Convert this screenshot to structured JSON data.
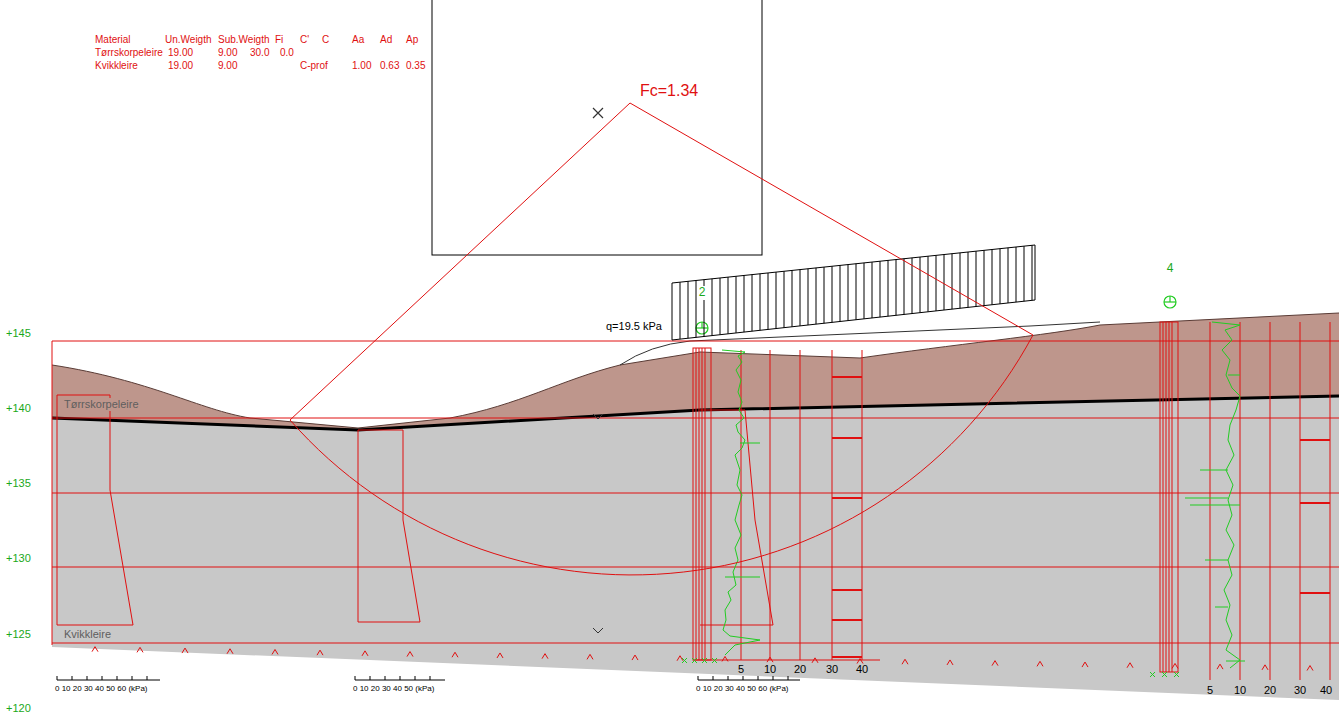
{
  "diagram": {
    "labels": [
      "Material",
      "Un.Weigth",
      "Sub.Weigth",
      "Fi",
      "C'",
      "C",
      "Aa",
      "Ad",
      "Ap",
      "Tørrskorpeleire",
      "19.00",
      "9.00",
      "30.0",
      "0.0",
      "Kvikkleire",
      "19.00",
      "9.00",
      "C-prof",
      "1.00",
      "0.63",
      "0.35",
      "Fc=1.34",
      "q=19.5 kPa",
      "2",
      "4",
      "+145",
      "+140",
      "+135",
      "+130",
      "+125",
      "+120",
      "Tørrskorpeleire",
      "Kvikkleire",
      "0 10 20 30 40 50 60 (kPa)",
      "0 10 20 30 40 50 (kPa)",
      "0 10 20 30 40 50 60 (kPa)",
      "5",
      "10",
      "20",
      "30",
      "40",
      "5",
      "10",
      "20",
      "30",
      "40"
    ]
  }
}
